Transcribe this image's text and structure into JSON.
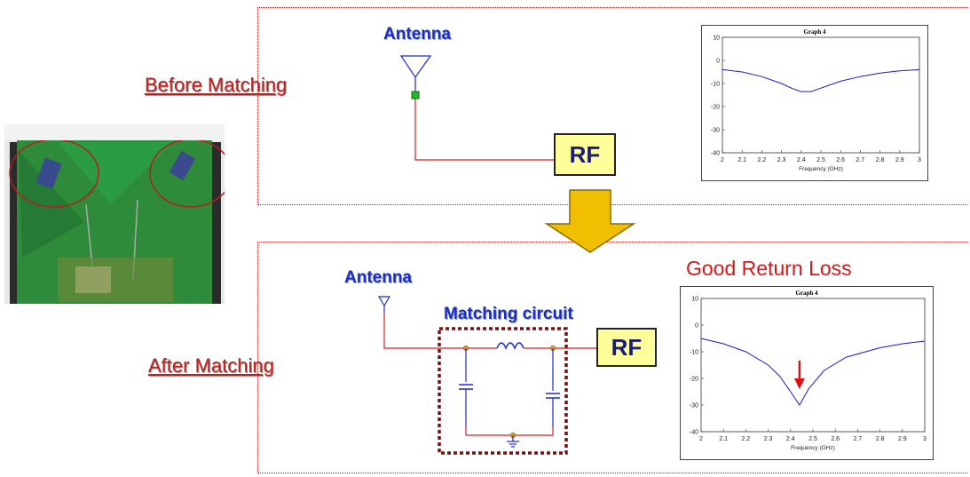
{
  "labels": {
    "before": "Before Matching",
    "after": "After  Matching",
    "antenna": "Antenna",
    "rf": "RF",
    "matching_circuit": "Matching circuit",
    "good_return_loss": "Good Return Loss"
  },
  "chart_data": [
    {
      "type": "line",
      "title": "Graph 4",
      "xlabel": "Frequency (GHz)",
      "ylabel": "",
      "xlim": [
        2,
        3
      ],
      "ylim": [
        -40,
        10
      ],
      "xticks": [
        "2",
        "2.1",
        "2.2",
        "2.3",
        "2.4",
        "2.5",
        "2.6",
        "2.7",
        "2.8",
        "2.9",
        "3"
      ],
      "yticks": [
        "10",
        "0",
        "-10",
        "-20",
        "-30",
        "-40"
      ],
      "series": [
        {
          "color": "#1a1acc",
          "x": [
            2.0,
            2.1,
            2.2,
            2.3,
            2.35,
            2.4,
            2.45,
            2.5,
            2.6,
            2.7,
            2.8,
            2.9,
            3.0
          ],
          "y": [
            -4,
            -5,
            -7,
            -10,
            -12,
            -13.5,
            -13.5,
            -12,
            -9,
            -7,
            -5.5,
            -4.5,
            -4
          ]
        }
      ]
    },
    {
      "type": "line",
      "title": "Graph 4",
      "xlabel": "Frequency (GHz)",
      "ylabel": "",
      "xlim": [
        2,
        3
      ],
      "ylim": [
        -40,
        10
      ],
      "xticks": [
        "2",
        "2.1",
        "2.2",
        "2.3",
        "2.4",
        "2.5",
        "2.6",
        "2.7",
        "2.8",
        "2.9",
        "3"
      ],
      "yticks": [
        "10",
        "0",
        "-10",
        "-20",
        "-30",
        "-40"
      ],
      "annotation": "arrow pointing to minimum at 2.44 GHz",
      "series": [
        {
          "color": "#1a1acc",
          "x": [
            2.0,
            2.1,
            2.2,
            2.3,
            2.35,
            2.4,
            2.44,
            2.48,
            2.55,
            2.65,
            2.8,
            2.9,
            3.0
          ],
          "y": [
            -5,
            -7,
            -10,
            -15,
            -19,
            -25,
            -30,
            -24,
            -17,
            -12,
            -8.5,
            -7,
            -6
          ]
        }
      ]
    }
  ],
  "colors": {
    "wire": "#d42020",
    "antenna": "#1a2bd0",
    "rf_fill": "#ffff99",
    "arrow": "#f0c000",
    "dotted": "#b22"
  }
}
